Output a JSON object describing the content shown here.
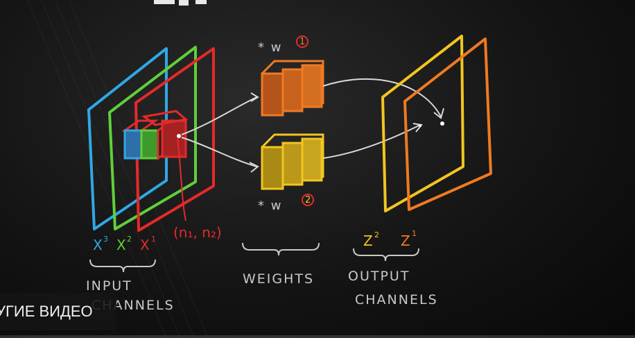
{
  "video_frame": {
    "labels": {
      "weight_1": "* w",
      "weight_1_sup": "1",
      "weight_2": "* w",
      "weight_2_sup": "2",
      "x3": "X",
      "x3_sup": "3",
      "x2": "X",
      "x2_sup": "2",
      "x1": "X",
      "x1_sup": "1",
      "position": "(n₁, n₂)",
      "z2": "Z",
      "z2_sup": "2",
      "z1": "Z",
      "z1_sup": "1",
      "input_line1": "INPUT",
      "input_line2": "CHANNELS",
      "weights": "WEIGHTS",
      "output_line1": "OUTPUT",
      "output_line2": "CHANNELS"
    },
    "colors": {
      "blue": "#2fa8e6",
      "green": "#5fd03a",
      "red": "#e52a2a",
      "orange": "#f07a22",
      "yellow": "#f2c521",
      "chalk": "#c9c9c9"
    }
  },
  "overlay": {
    "more_videos_label": "УГИЕ ВИДЕО"
  }
}
